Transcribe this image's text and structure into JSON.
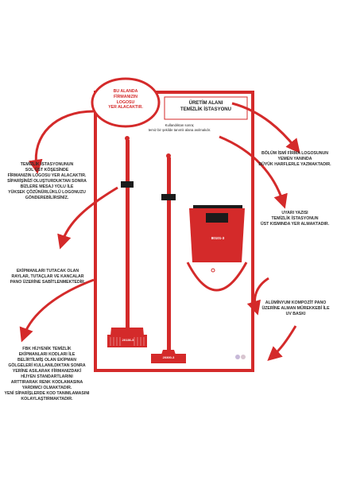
{
  "panel": {
    "logo_area": [
      "BU ALANDA",
      "FİRMANIZIN",
      "LOGOSU",
      "YER ALACAKTIR."
    ],
    "title": [
      "ÜRETİM ALANI",
      "TEMİZLİK İSTASYONU"
    ],
    "warning": [
      "Kullandıktan sonra;",
      "temiz bir şekilde tanımlı alana asılmalıdır."
    ],
    "broom_code": "20136-3",
    "squeegee_code": "20300-3",
    "bucket_code": "80101-3"
  },
  "notes": {
    "left_logo": [
      "TEMİZLİK İSTASYONUNUN",
      "SOL ÜST KÖŞESİNDE",
      "FİRMANIZIN LOGOSU YER ALACAKTIR.",
      "SİPARİŞİNİZİ OLUŞTURDUKTAN SONRA",
      "BİZLERE MESAJ YOLU İLE",
      "YÜKSEK ÇÖZÜNÜRLÜKLÜ LOGONUZU",
      "GÖNDEREBİLİRSİNİZ."
    ],
    "right_dept": [
      "BÖLÜM İSMİ FİRMA LOGOSUNUN",
      "YEMEN YANINDA",
      "BÜYÜK HARFLERLE YAZMAKTADIR."
    ],
    "right_warning": [
      "UYARI YAZISI",
      "TEMİZLİK İSTASYONUN",
      "ÜST KISMINDA YER ALMAKTADIR."
    ],
    "left_holders": [
      "EKİPMANLARI TUTACAK OLAN",
      "RAYLAR, TUTAÇLAR VE KANCALAR",
      "PANO ÜZERİNE SABİTLENMEKTEDİR."
    ],
    "right_material": [
      "ALÜMİNYUM KOMPOZİT PANO",
      "ÜZERİNE ALMAN MÜREKKEBİ İLE",
      "UV BASKI"
    ],
    "left_codes": [
      "FBK HİJYENİK TEMİZLİK",
      "EKİPMANLARI KODLARI İLE",
      "BELİRTİLMİŞ OLAN EKİPMAN",
      "GÖLGELERİ KULLANILDIKTAN SONRA",
      "YERİNE ASILARAK FİRMANIZDAKİ",
      "HİJYEN STANDARTLARINI",
      "ARTTIRARAK RENK KODLAMASINA",
      "YARDIMCI OLMAKTADIR.",
      "YENİ SİPARİŞLERDE KOD TANIMLAMASINI",
      "KOLAYLAŞTIRMAKTADIR."
    ]
  },
  "colors": {
    "accent": "#d42a2a",
    "panel_bg": "#ffffff",
    "text": "#2a2a2a"
  }
}
